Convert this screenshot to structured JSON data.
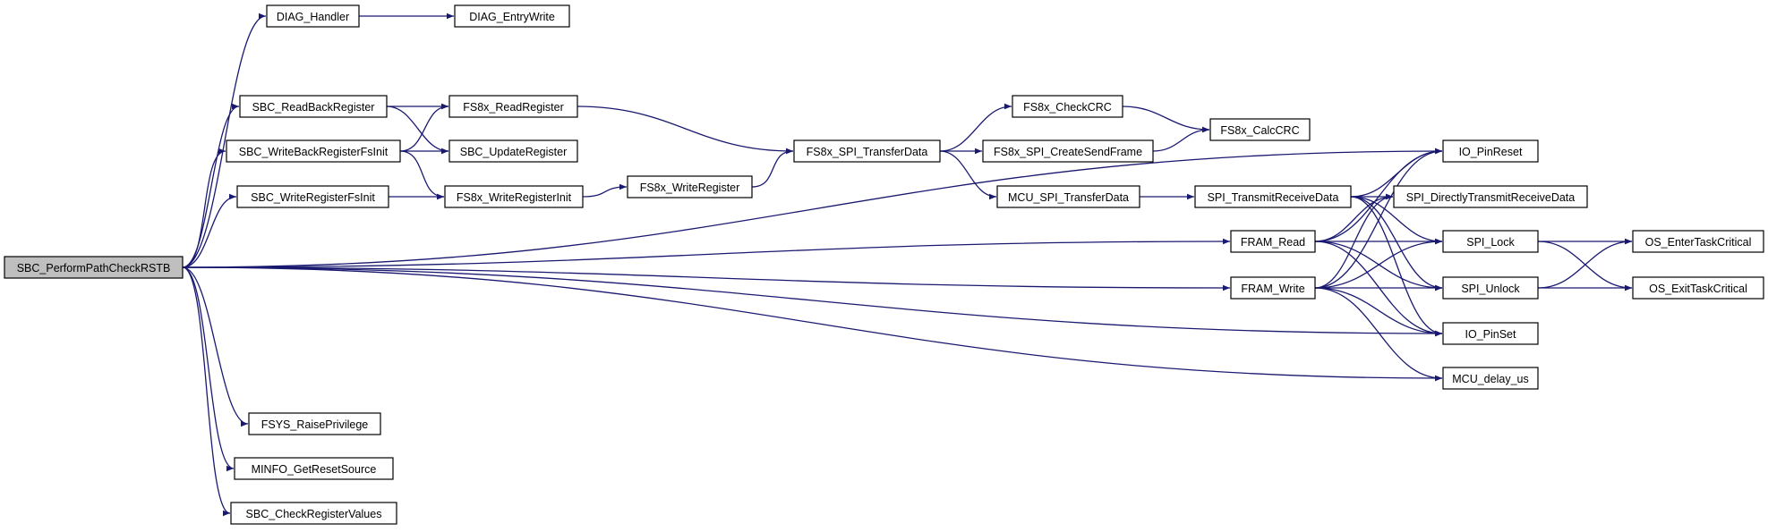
{
  "graph": {
    "colors": {
      "edge": "#191970",
      "root_fill": "#bfbfbf",
      "node_fill": "#ffffff",
      "node_stroke": "#000000"
    },
    "nodes": [
      {
        "id": "root",
        "label": "SBC_PerformPathCheckRSTB",
        "root": true
      },
      {
        "id": "diag_handler",
        "label": "DIAG_Handler"
      },
      {
        "id": "diag_entrywrite",
        "label": "DIAG_EntryWrite"
      },
      {
        "id": "sbc_readback",
        "label": "SBC_ReadBackRegister"
      },
      {
        "id": "sbc_writeback",
        "label": "SBC_WriteBackRegisterFsInit"
      },
      {
        "id": "sbc_writereg",
        "label": "SBC_WriteRegisterFsInit"
      },
      {
        "id": "fs8x_readreg",
        "label": "FS8x_ReadRegister"
      },
      {
        "id": "sbc_updatereg",
        "label": "SBC_UpdateRegister"
      },
      {
        "id": "fs8x_writereginit",
        "label": "FS8x_WriteRegisterInit"
      },
      {
        "id": "fs8x_writereg",
        "label": "FS8x_WriteRegister"
      },
      {
        "id": "fs8x_spi_transfer",
        "label": "FS8x_SPI_TransferData"
      },
      {
        "id": "fs8x_checkcrc",
        "label": "FS8x_CheckCRC"
      },
      {
        "id": "fs8x_createsend",
        "label": "FS8x_SPI_CreateSendFrame"
      },
      {
        "id": "fs8x_calccrc",
        "label": "FS8x_CalcCRC"
      },
      {
        "id": "mcu_spi_transfer",
        "label": "MCU_SPI_TransferData"
      },
      {
        "id": "spi_txrx",
        "label": "SPI_TransmitReceiveData"
      },
      {
        "id": "fram_read",
        "label": "FRAM_Read"
      },
      {
        "id": "fram_write",
        "label": "FRAM_Write"
      },
      {
        "id": "io_pinreset",
        "label": "IO_PinReset"
      },
      {
        "id": "spi_direct",
        "label": "SPI_DirectlyTransmitReceiveData"
      },
      {
        "id": "spi_lock",
        "label": "SPI_Lock"
      },
      {
        "id": "spi_unlock",
        "label": "SPI_Unlock"
      },
      {
        "id": "io_pinset",
        "label": "IO_PinSet"
      },
      {
        "id": "mcu_delay",
        "label": "MCU_delay_us"
      },
      {
        "id": "os_enter",
        "label": "OS_EnterTaskCritical"
      },
      {
        "id": "os_exit",
        "label": "OS_ExitTaskCritical"
      },
      {
        "id": "fsys_raise",
        "label": "FSYS_RaisePrivilege"
      },
      {
        "id": "minfo_reset",
        "label": "MINFO_GetResetSource"
      },
      {
        "id": "sbc_checkreg",
        "label": "SBC_CheckRegisterValues"
      }
    ],
    "edges": [
      [
        "root",
        "diag_handler"
      ],
      [
        "diag_handler",
        "diag_entrywrite"
      ],
      [
        "root",
        "io_pinreset"
      ],
      [
        "root",
        "sbc_readback"
      ],
      [
        "root",
        "sbc_writeback"
      ],
      [
        "root",
        "sbc_writereg"
      ],
      [
        "root",
        "fram_read"
      ],
      [
        "root",
        "fram_write"
      ],
      [
        "root",
        "io_pinset"
      ],
      [
        "root",
        "mcu_delay"
      ],
      [
        "root",
        "fsys_raise"
      ],
      [
        "root",
        "minfo_reset"
      ],
      [
        "root",
        "sbc_checkreg"
      ],
      [
        "sbc_readback",
        "fs8x_readreg"
      ],
      [
        "sbc_readback",
        "sbc_updatereg"
      ],
      [
        "sbc_writeback",
        "fs8x_readreg"
      ],
      [
        "sbc_writeback",
        "sbc_updatereg"
      ],
      [
        "sbc_writeback",
        "fs8x_writereginit"
      ],
      [
        "sbc_writereg",
        "fs8x_writereginit"
      ],
      [
        "fs8x_readreg",
        "fs8x_spi_transfer"
      ],
      [
        "fs8x_writereginit",
        "fs8x_writereg"
      ],
      [
        "fs8x_writereg",
        "fs8x_spi_transfer"
      ],
      [
        "fs8x_spi_transfer",
        "fs8x_checkcrc"
      ],
      [
        "fs8x_spi_transfer",
        "fs8x_createsend"
      ],
      [
        "fs8x_spi_transfer",
        "mcu_spi_transfer"
      ],
      [
        "fs8x_checkcrc",
        "fs8x_calccrc"
      ],
      [
        "fs8x_createsend",
        "fs8x_calccrc"
      ],
      [
        "mcu_spi_transfer",
        "spi_txrx"
      ],
      [
        "spi_txrx",
        "io_pinreset"
      ],
      [
        "spi_txrx",
        "spi_direct"
      ],
      [
        "spi_txrx",
        "spi_lock"
      ],
      [
        "spi_txrx",
        "spi_unlock"
      ],
      [
        "spi_txrx",
        "io_pinset"
      ],
      [
        "fram_read",
        "io_pinreset"
      ],
      [
        "fram_read",
        "spi_direct"
      ],
      [
        "fram_read",
        "spi_lock"
      ],
      [
        "fram_read",
        "spi_unlock"
      ],
      [
        "fram_read",
        "io_pinset"
      ],
      [
        "fram_write",
        "io_pinreset"
      ],
      [
        "fram_write",
        "spi_direct"
      ],
      [
        "fram_write",
        "spi_lock"
      ],
      [
        "fram_write",
        "spi_unlock"
      ],
      [
        "fram_write",
        "io_pinset"
      ],
      [
        "fram_write",
        "mcu_delay"
      ],
      [
        "spi_lock",
        "os_enter"
      ],
      [
        "spi_lock",
        "os_exit"
      ],
      [
        "spi_unlock",
        "os_enter"
      ],
      [
        "spi_unlock",
        "os_exit"
      ]
    ]
  }
}
